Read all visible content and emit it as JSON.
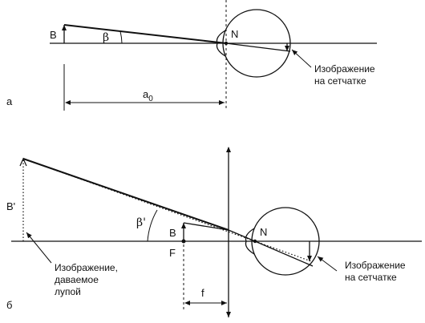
{
  "diagram": {
    "panel_a": {
      "panel_label": "а",
      "object_label": "B",
      "angle_label": "β",
      "nodal_label": "N",
      "distance_label_main": "a",
      "distance_label_sub": "0",
      "retina_caption_line1": "Изображение",
      "retina_caption_line2": "на сетчатке"
    },
    "panel_b": {
      "panel_label": "б",
      "virtual_image_label": "B'",
      "angle_label": "β'",
      "object_label": "B",
      "focus_label": "F",
      "nodal_label": "N",
      "focal_label": "f",
      "lens_caption_line1": "Изображение,",
      "lens_caption_line2": "даваемое",
      "lens_caption_line3": "лупой",
      "retina_caption_line1": "Изображение",
      "retina_caption_line2": "на сетчатке"
    }
  }
}
